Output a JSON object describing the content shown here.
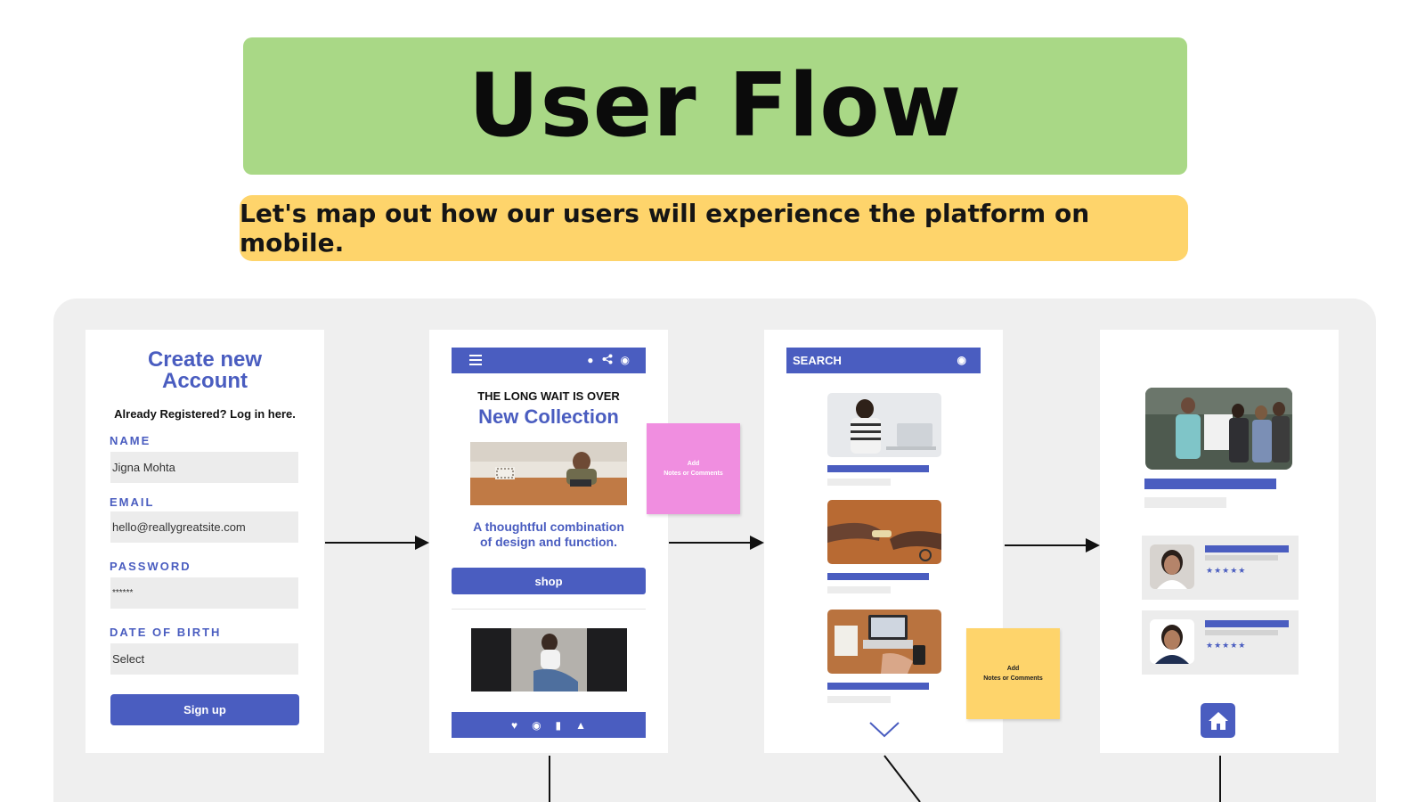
{
  "title": "User Flow",
  "subtitle": "Let's map out how our users will experience the platform on mobile.",
  "colors": {
    "accent": "#4a5dc0",
    "title_bg": "#a9d886",
    "subtitle_bg": "#fed46b",
    "note_pink": "#f08ee0",
    "note_yellow": "#fed46b"
  },
  "signup": {
    "heading_line1": "Create new",
    "heading_line2": "Account",
    "login_prompt": "Already Registered? Log in here.",
    "name_label": "NAME",
    "name_value": "Jigna Mohta",
    "email_label": "EMAIL",
    "email_value": "hello@reallygreatsite.com",
    "password_label": "PASSWORD",
    "password_value": "******",
    "dob_label": "DATE OF BIRTH",
    "dob_value": "Select",
    "button": "Sign up"
  },
  "collection": {
    "topbar_icons": [
      "menu-icon",
      "bell-icon",
      "share-icon",
      "settings-icon"
    ],
    "kicker": "THE LONG WAIT IS OVER",
    "heading": "New Collection",
    "tagline_line1": "A thoughtful combination",
    "tagline_line2": "of design and function.",
    "button": "shop",
    "bottombar_icons": [
      "heart-icon",
      "settings-icon",
      "chat-icon",
      "bell-icon"
    ]
  },
  "search": {
    "label": "SEARCH",
    "icon": "settings-icon"
  },
  "notes": {
    "pink_line1": "Add",
    "pink_line2": "Notes or Comments",
    "yellow_line1": "Add",
    "yellow_line2": "Notes or Comments"
  },
  "profile": {
    "reviews": [
      {
        "stars": "★★★★★"
      },
      {
        "stars": "★★★★★"
      }
    ],
    "home_icon": "home-icon"
  }
}
